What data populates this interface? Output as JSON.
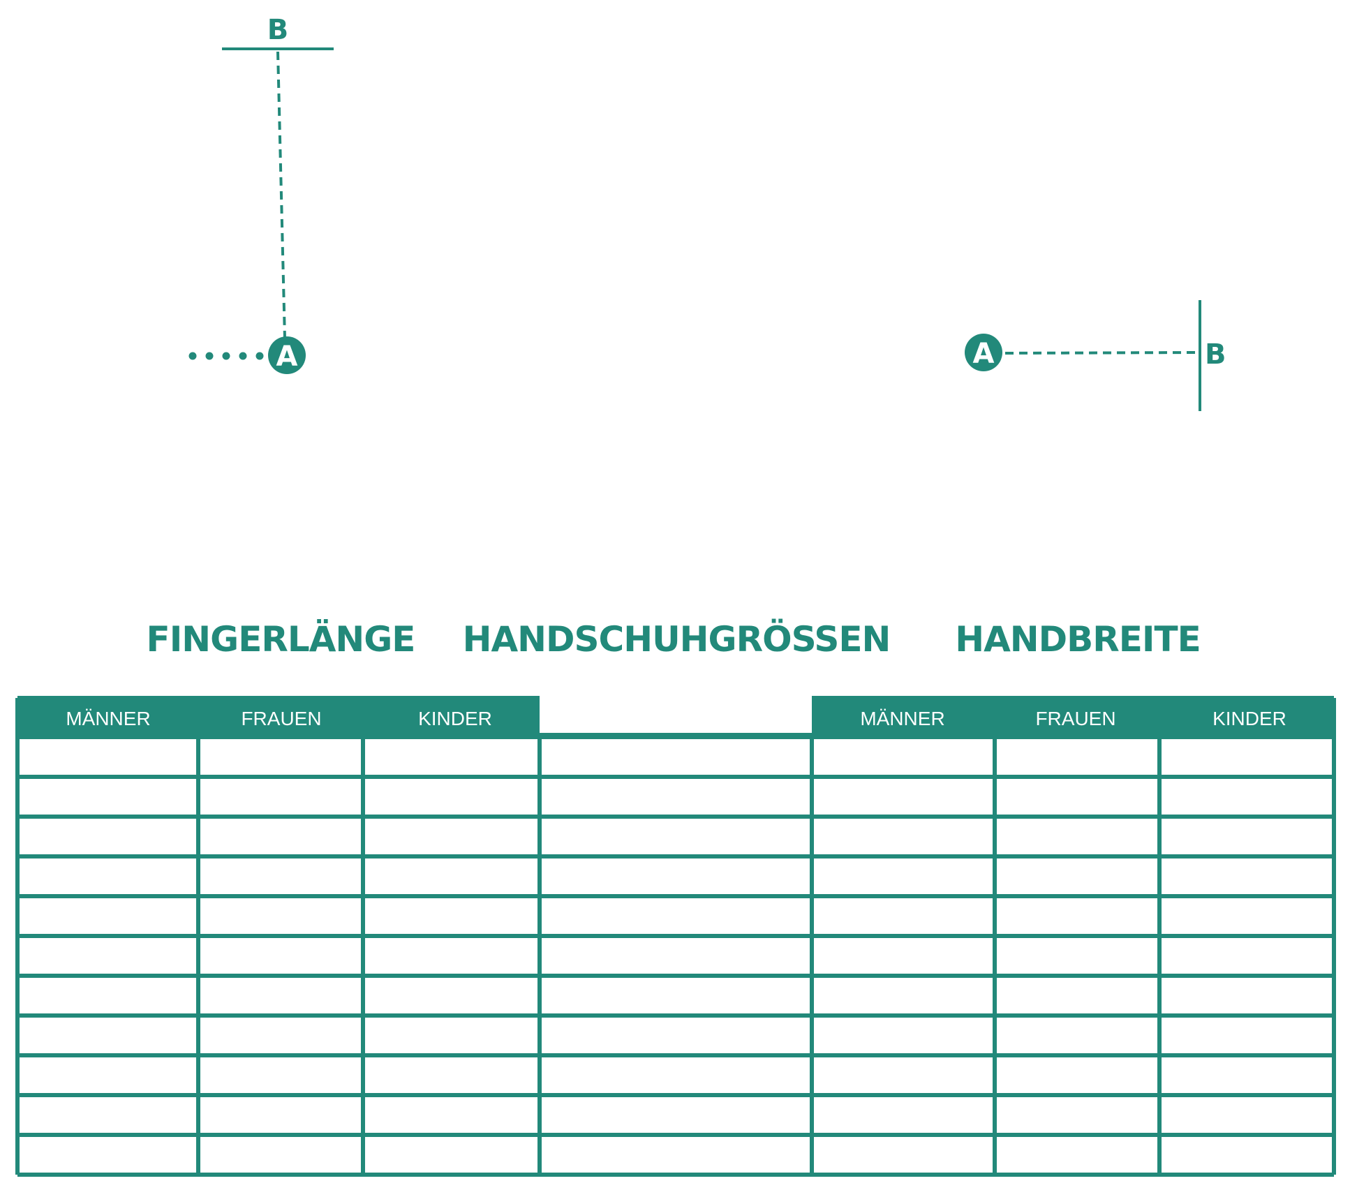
{
  "colors": {
    "accent": "#22897A",
    "background": "#FFFFFF"
  },
  "finger_diagram": {
    "label_top": "B",
    "label_point": "A"
  },
  "width_diagram": {
    "label_point": "A",
    "label_end": "B"
  },
  "headings": {
    "left": "FINGERLÄNGE",
    "center": "HANDSCHUHGRÖSSEN",
    "right": "HANDBREITE"
  },
  "table": {
    "left_columns": [
      "MÄNNER",
      "FRAUEN",
      "KINDER"
    ],
    "right_columns": [
      "MÄNNER",
      "FRAUEN",
      "KINDER"
    ],
    "row_count": 11
  }
}
